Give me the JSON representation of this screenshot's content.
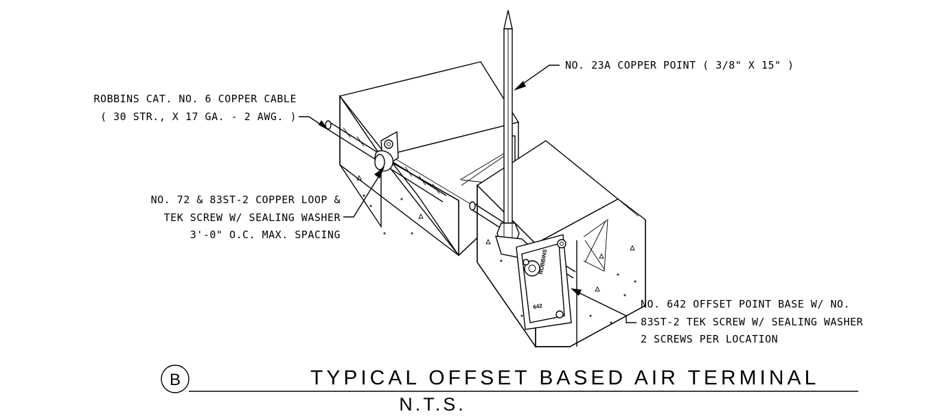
{
  "callouts": {
    "copper_point": "NO. 23A COPPER POINT ( 3/8\" X 15\" )",
    "cable_line1": "ROBBINS CAT. NO. 6 COPPER CABLE",
    "cable_line2": "( 30 STR., X 17 GA. - 2 AWG. )",
    "loop_line1": "NO. 72 & 83ST-2 COPPER LOOP &",
    "loop_line2": "TEK SCREW W/ SEALING WASHER",
    "loop_line3": "3'-0\" O.C. MAX. SPACING",
    "base_line1": "NO. 642 OFFSET POINT BASE W/ NO.",
    "base_line2": "83ST-2 TEK SCREW W/ SEALING WASHER",
    "base_line3": "2 SCREWS PER LOCATION"
  },
  "detail": {
    "tag": "B",
    "title": "TYPICAL OFFSET BASED AIR TERMINAL",
    "scale": "N.T.S."
  },
  "stamps": {
    "brand": "ROBBINS",
    "model": "642"
  }
}
